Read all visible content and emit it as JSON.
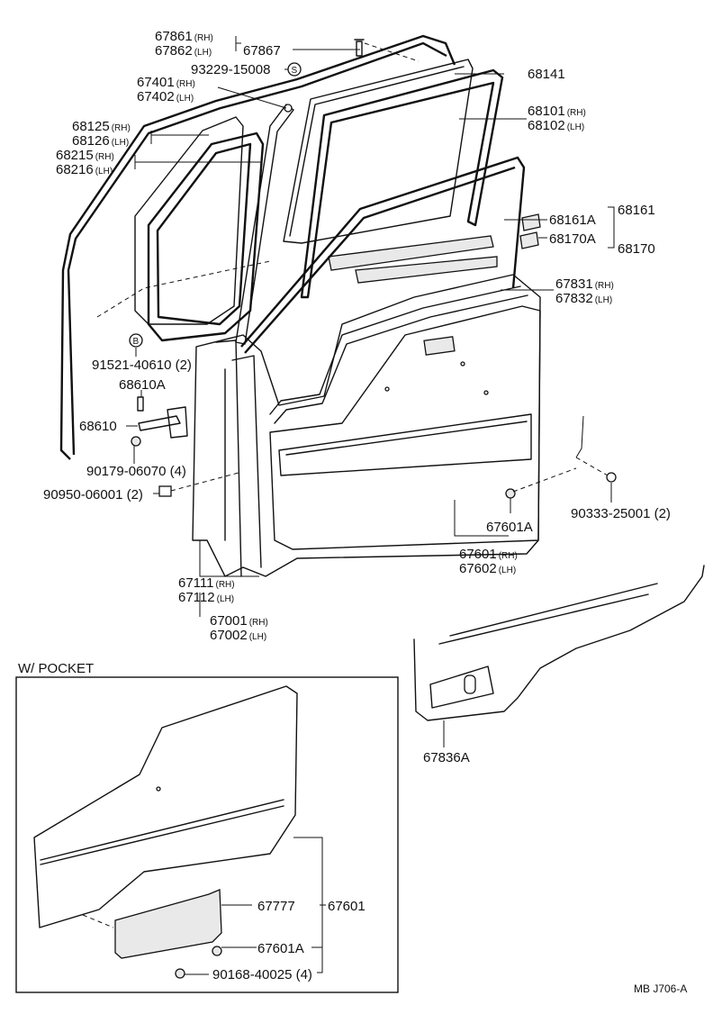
{
  "callouts": {
    "c67861": "67861",
    "c67862": "67862",
    "c67867": "67867",
    "c93229": "93229-15008",
    "c67401": "67401",
    "c67402": "67402",
    "c68141": "68141",
    "c68101": "68101",
    "c68102": "68102",
    "c68125": "68125",
    "c68126": "68126",
    "c68215": "68215",
    "c68216": "68216",
    "c68161A": "68161A",
    "c68161": "68161",
    "c68170A": "68170A",
    "c68170": "68170",
    "c67831": "67831",
    "c67832": "67832",
    "c91521": "91521-40610 (2)",
    "c68610A": "68610A",
    "c68610": "68610",
    "c90179": "90179-06070 (4)",
    "c90950": "90950-06001 (2)",
    "c67601A": "67601A",
    "c90333": "90333-25001 (2)",
    "c67601": "67601",
    "c67602": "67602",
    "c67111": "67111",
    "c67112": "67112",
    "c67001": "67001",
    "c67002": "67002",
    "c67836A": "67836A",
    "c67777": "67777",
    "c67601b": "67601",
    "c67601Ab": "67601A",
    "c90168": "90168-40025 (4)"
  },
  "sides": {
    "rh": "(RH)",
    "lh": "(LH)"
  },
  "symbols": {
    "s": "S",
    "b": "B"
  },
  "inset_title": "W/ POCKET",
  "drawing_code": "MB  J706-A"
}
